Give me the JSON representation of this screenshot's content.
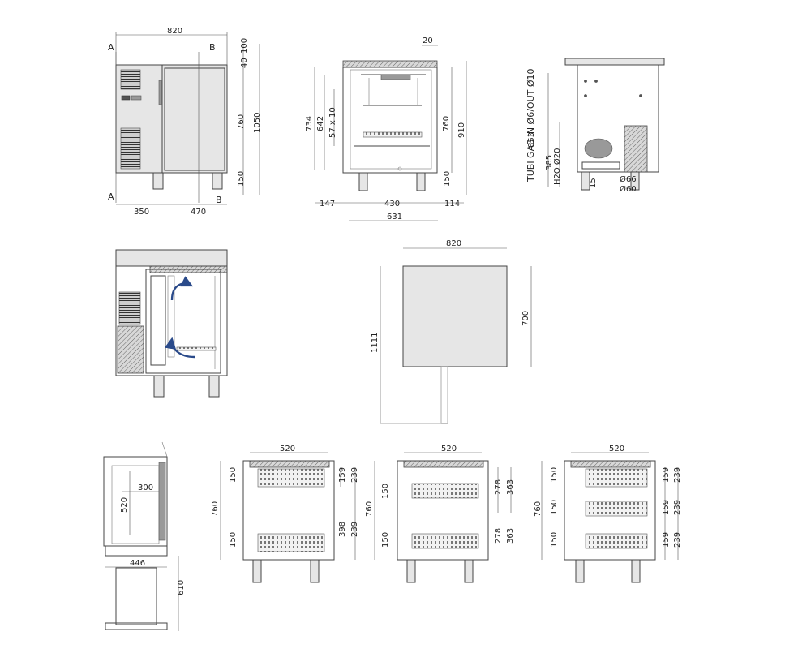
{
  "front_view": {
    "width": "820",
    "section_a": "A",
    "section_b": "B",
    "top_1": "40",
    "top_2": "100",
    "height_body": "760",
    "height_total": "1050",
    "legs": "150",
    "left_part": "350",
    "right_part": "470"
  },
  "section_view": {
    "top_offset": "20",
    "inner_h": "734",
    "shelf_h": "642",
    "rails": "57 x 10",
    "body_h": "760",
    "total_depth": "910",
    "legs": "150",
    "left_off": "147",
    "mid": "430",
    "right_off": "114",
    "depth": "631"
  },
  "side_view": {
    "gas": "TUBI GAS IN Ø6/OUT Ø10",
    "h853": "853",
    "h385": "385",
    "h2o": "H2O Ø20",
    "h15": "15",
    "d66": "Ø66",
    "d60": "Ø60"
  },
  "top_view": {
    "width": "820",
    "depth": "700",
    "total": "1111"
  },
  "door_view": {
    "inner_w": "300",
    "inner_h": "520",
    "base_w": "446",
    "base_h": "610"
  },
  "config_1": {
    "width": "520",
    "h760": "760",
    "a150": "150",
    "b150": "150",
    "d159": "159",
    "d239": "239",
    "d398": "398",
    "d239b": "239"
  },
  "config_2": {
    "width": "520",
    "h760": "760",
    "a150": "150",
    "b150": "150",
    "d278": "278",
    "d363": "363",
    "d278b": "278",
    "d363b": "363"
  },
  "config_3": {
    "width": "520",
    "h760": "760",
    "a150": "150",
    "b150": "150",
    "c150": "150",
    "d159": "159",
    "d239": "239",
    "d159b": "159",
    "d239b": "239",
    "d159c": "159",
    "d239c": "239"
  }
}
